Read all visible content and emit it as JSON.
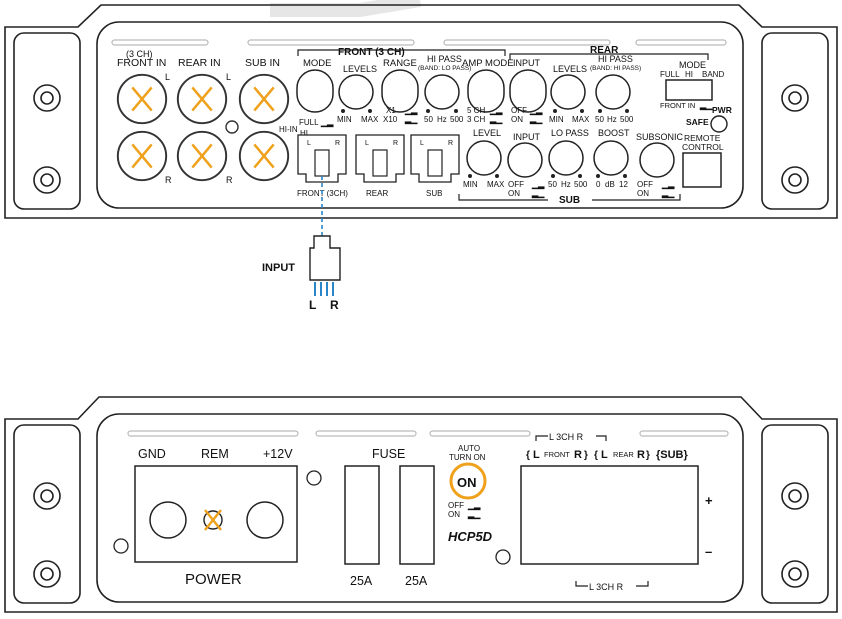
{
  "colors": {
    "outline": "#222222",
    "accent_orange": "#f0a11c",
    "cable_blue": "#2a86c8",
    "watermark": "#e0e0e0"
  },
  "top_panel": {
    "inputs": {
      "front_in_sub": "(3 CH)",
      "front_in": "FRONT IN",
      "rear_in": "REAR IN",
      "sub_in": "SUB IN",
      "left": "L",
      "right": "R"
    },
    "front_section": {
      "header": "FRONT (3 CH)",
      "mode": "MODE",
      "mode_full": "FULL",
      "mode_hi": "HI",
      "levels": "LEVELS",
      "min": "MIN",
      "max": "MAX",
      "range": "RANGE",
      "range_x1": "X1",
      "range_x10": "X10",
      "hi_pass": "HI PASS",
      "hi_pass_sub": "(BAND: LO PASS)",
      "hz_50": "50",
      "hz": "Hz",
      "hz_500": "500"
    },
    "amp_mode": {
      "label": "AMP MODE",
      "ch5": "5 CH",
      "ch3": "3 CH"
    },
    "rear_section": {
      "header": "REAR",
      "input": "INPUT",
      "off": "OFF",
      "on": "ON",
      "levels": "LEVELS",
      "min": "MIN",
      "max": "MAX",
      "hi_pass": "HI PASS",
      "hi_pass_sub": "(BAND: HI PASS)",
      "hz_50": "50",
      "hz": "Hz",
      "hz_500": "500"
    },
    "mode_switch": {
      "label": "MODE",
      "full": "FULL",
      "hi": "HI",
      "band": "BAND",
      "front_in": "FRONT IN"
    },
    "pwr": "PWR",
    "safe": "SAFE",
    "hi_in": {
      "label": "HI-IN",
      "front": "FRONT (3CH)",
      "rear": "REAR",
      "sub": "SUB"
    },
    "sub_section": {
      "header": "SUB",
      "level": "LEVEL",
      "min": "MIN",
      "max": "MAX",
      "input": "INPUT",
      "off": "OFF",
      "on": "ON",
      "lo_pass": "LO PASS",
      "hz_50": "50",
      "hz": "Hz",
      "hz_500": "500",
      "boost": "BOOST",
      "boost_0": "0",
      "boost_db": "dB",
      "boost_12": "12",
      "subsonic": "SUBSONIC",
      "subsonic_off": "OFF",
      "subsonic_on": "ON"
    },
    "remote_control": {
      "line1": "REMOTE",
      "line2": "CONTROL"
    }
  },
  "connector": {
    "label": "INPUT",
    "left": "L",
    "right": "R"
  },
  "bottom_panel": {
    "gnd": "GND",
    "rem": "REM",
    "plus12v": "+12V",
    "power": "POWER",
    "fuse": "FUSE",
    "fuse_a": "25A",
    "fuse_b": "25A",
    "auto_turn_on_1": "AUTO",
    "auto_turn_on_2": "TURN ON",
    "on_button": "ON",
    "off": "OFF",
    "on": "ON",
    "model": "HCP5D",
    "speaker_top_bracket": "L  3CH  R",
    "speaker_front": "FRONT",
    "speaker_rear": "REAR",
    "speaker_sub": "{SUB}",
    "speaker_l": "L",
    "speaker_r": "R",
    "plus": "+",
    "minus": "–",
    "speaker_bottom_bracket": "L  3CH  R"
  }
}
